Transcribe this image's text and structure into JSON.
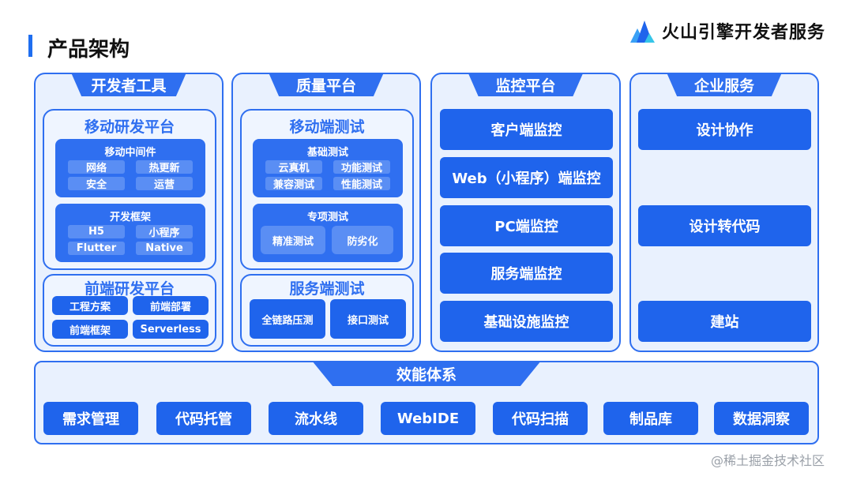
{
  "header": {
    "title": "产品架构",
    "brand": "火山引擎开发者服务"
  },
  "columns": {
    "dev_tools": {
      "title": "开发者工具",
      "mobile": {
        "title": "移动研发平台",
        "middleware": {
          "title": "移动中间件",
          "items": [
            "网络",
            "热更新",
            "安全",
            "运营"
          ]
        },
        "framework": {
          "title": "开发框架",
          "items": [
            "H5",
            "小程序",
            "Flutter",
            "Native"
          ]
        }
      },
      "frontend": {
        "title": "前端研发平台",
        "items": [
          "工程方案",
          "前端部署",
          "前端框架",
          "Serverless"
        ]
      }
    },
    "quality": {
      "title": "质量平台",
      "mobile_test": {
        "title": "移动端测试",
        "basic": {
          "title": "基础测试",
          "items": [
            "云真机",
            "功能测试",
            "兼容测试",
            "性能测试"
          ]
        },
        "special": {
          "title": "专项测试",
          "items": [
            "精准测试",
            "防劣化"
          ]
        }
      },
      "server_test": {
        "title": "服务端测试",
        "items": [
          "全链路压测",
          "接口测试"
        ]
      }
    },
    "monitor": {
      "title": "监控平台",
      "items": [
        "客户端监控",
        "Web（小程序）端监控",
        "PC端监控",
        "服务端监控",
        "基础设施监控"
      ]
    },
    "enterprise": {
      "title": "企业服务",
      "items": [
        "设计协作",
        "设计转代码",
        "建站"
      ]
    }
  },
  "efficiency": {
    "title": "效能体系",
    "items": [
      "需求管理",
      "代码托管",
      "流水线",
      "WebIDE",
      "代码扫描",
      "制品库",
      "数据洞察"
    ]
  },
  "watermark": "@稀土掘金技术社区",
  "colors": {
    "primary": "#2f6ff0",
    "button": "#1f64ec",
    "chip": "#5a8ef4",
    "panel_bg": "#e9f1fe"
  }
}
